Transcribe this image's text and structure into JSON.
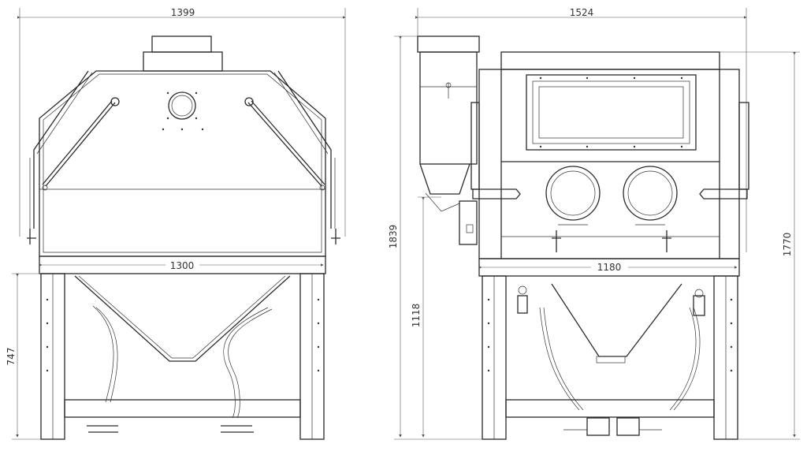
{
  "drawing": {
    "front_view": {
      "overall_width": "1399",
      "table_width": "1300",
      "leg_height": "747"
    },
    "side_view": {
      "overall_width": "1524",
      "table_width": "1180",
      "total_height": "1839",
      "top_height": "1770",
      "table_height": "1118"
    }
  }
}
